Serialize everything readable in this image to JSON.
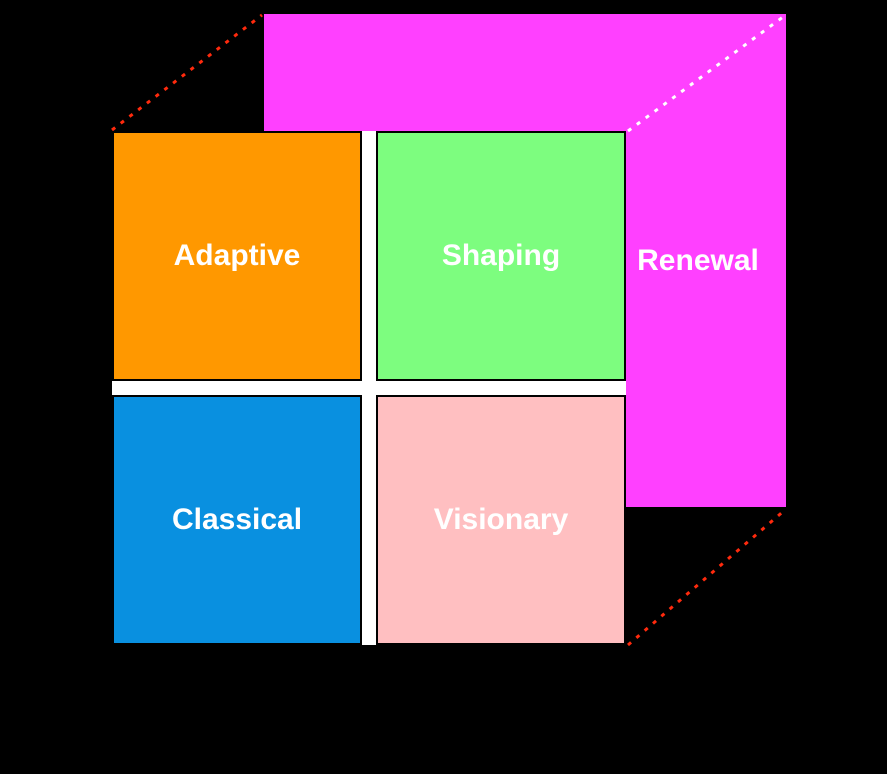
{
  "diagram": {
    "background": "#000000",
    "text_color": "#FFFFFF",
    "back_panel": {
      "label": "Renewal",
      "color": "#FF40FF"
    },
    "quadrants": [
      {
        "label": "Adaptive",
        "color": "#FF9800"
      },
      {
        "label": "Shaping",
        "color": "#7DFD7F"
      },
      {
        "label": "Classical",
        "color": "#0990E0"
      },
      {
        "label": "Visionary",
        "color": "#FFBFC1"
      }
    ],
    "connectors": {
      "style": "dotted",
      "front_color": "#FF2A0D",
      "back_color": "#FFFFFF"
    }
  }
}
